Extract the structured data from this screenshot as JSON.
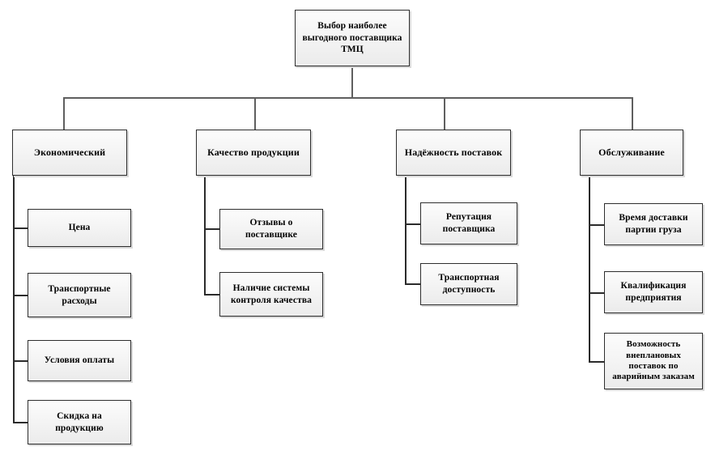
{
  "diagram": {
    "title": "Выбор наиболее выгодного поставщика ТМЦ",
    "type": "hierarchy-tree",
    "orientation": "top-down",
    "background_color": "#ffffff",
    "box_border_color": "#2e2e2e",
    "box_fill_color": "#f3f3f3",
    "connector_color": "#5f5f5f",
    "text_color": "#000000",
    "root": {
      "label": "Выбор наиболее\nвыгодного поставщика\nТМЦ"
    },
    "branches": [
      {
        "label": "Экономический",
        "children": [
          {
            "label": "Цена"
          },
          {
            "label": "Транспортные\nрасходы"
          },
          {
            "label": "Условия оплаты"
          },
          {
            "label": "Скидка на\nпродукцию"
          }
        ]
      },
      {
        "label": "Качество продукции",
        "children": [
          {
            "label": "Отзывы о\nпоставщике"
          },
          {
            "label": "Наличие системы\nконтроля качества"
          }
        ]
      },
      {
        "label": "Надёжность поставок",
        "children": [
          {
            "label": "Репутация\nпоставщика"
          },
          {
            "label": "Транспортная\nдоступность"
          }
        ]
      },
      {
        "label": "Обслуживание",
        "children": [
          {
            "label": "Время доставки\nпартии груза"
          },
          {
            "label": "Квалификация\nпредприятия"
          },
          {
            "label": "Возможность\nвнеплановых\nпоставок по\nаварийным заказам"
          }
        ]
      }
    ]
  }
}
